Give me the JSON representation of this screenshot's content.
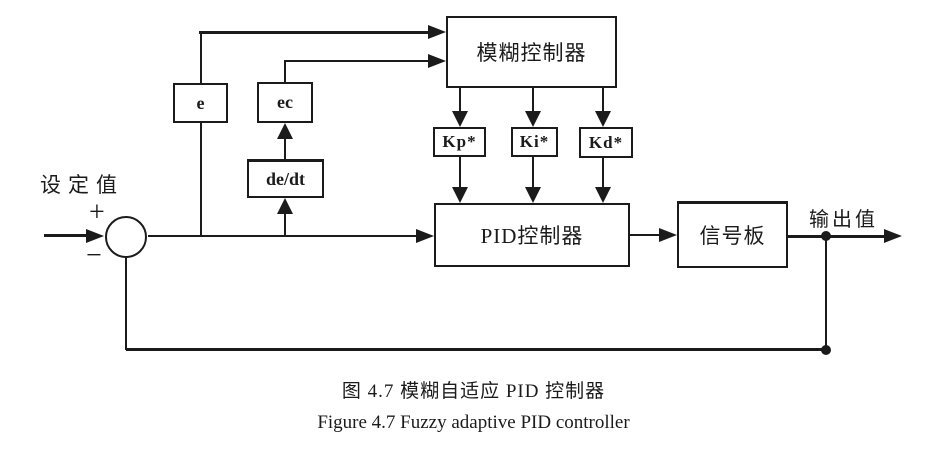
{
  "diagram": {
    "blocks": {
      "fuzzy_controller": "模糊控制器",
      "e": "e",
      "ec": "ec",
      "de_dt": "de/dt",
      "kp": "Kp*",
      "ki": "Ki*",
      "kd": "Kd*",
      "pid_controller": "PID控制器",
      "signal_board": "信号板"
    },
    "labels": {
      "setpoint": "设定值",
      "output": "输出值",
      "plus_sign": "+",
      "minus_sign": "−"
    },
    "colors": {
      "stroke": "#1b1b1b",
      "background": "#ffffff"
    }
  },
  "caption": {
    "chinese": "图 4.7 模糊自适应 PID 控制器",
    "english": "Figure 4.7 Fuzzy adaptive PID controller"
  }
}
